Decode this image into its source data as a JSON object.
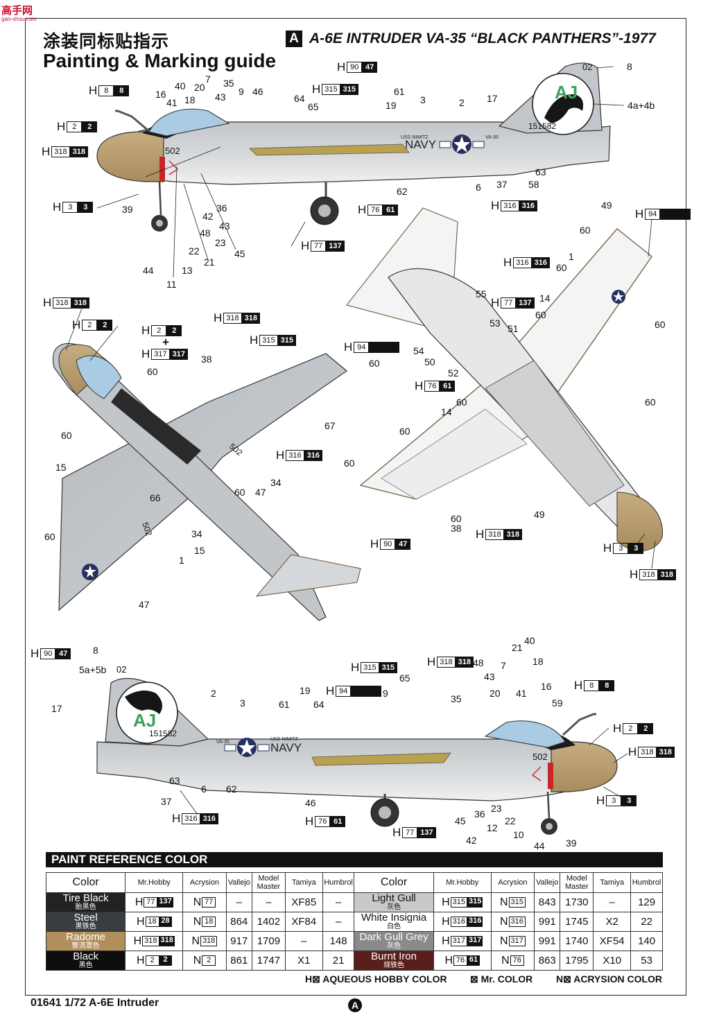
{
  "watermark": {
    "name_cn": "高手网",
    "url": "gao-shou.com"
  },
  "header": {
    "title_cn": "涂装同标贴指示",
    "title_en": "Painting & Marking guide",
    "scheme_letter": "A",
    "scheme_title": "A-6E INTRUDER VA-35 “BLACK PANTHERS”-1977"
  },
  "aircraft_markings": {
    "tail_code": "AJ",
    "modex": "02",
    "side_number": "502",
    "serial": "151582",
    "service": "NAVY",
    "ship": "USS NIMITZ",
    "squadron": "VA-35"
  },
  "colors": {
    "light_gull": "#c4c7cb",
    "white": "#f3f3f2",
    "radome": "#b49a6e",
    "steel": "#3b3f44",
    "black": "#161616",
    "burnt_iron": "#5b1e19",
    "canopy": "#a9cbe3",
    "red": "#c8242a",
    "navy_blue": "#26305e"
  },
  "callouts": [
    "8",
    "4a+4b",
    "17",
    "2",
    "3",
    "61",
    "19",
    "64",
    "65",
    "9",
    "46",
    "35",
    "43",
    "20",
    "7",
    "40",
    "41",
    "18",
    "16",
    "39",
    "42",
    "36",
    "43",
    "48",
    "23",
    "22",
    "21",
    "44",
    "13",
    "11",
    "45",
    "62",
    "6",
    "37",
    "58",
    "63",
    "49",
    "60",
    "1",
    "60",
    "14",
    "60",
    "55",
    "53",
    "51",
    "54",
    "50",
    "52",
    "60",
    "14",
    "60",
    "60",
    "60",
    "49",
    "60",
    "60",
    "38",
    "60",
    "38",
    "60",
    "67",
    "60",
    "15",
    "34",
    "47",
    "60",
    "47",
    "34",
    "15",
    "1",
    "60",
    "66",
    "8",
    "5a+5b",
    "17",
    "2",
    "3",
    "61",
    "19",
    "64",
    "65",
    "9",
    "35",
    "48",
    "43",
    "20",
    "7",
    "21",
    "40",
    "18",
    "41",
    "16",
    "59",
    "63",
    "37",
    "6",
    "62",
    "46",
    "45",
    "42",
    "36",
    "23",
    "22",
    "12",
    "10",
    "44",
    "39"
  ],
  "hcodes": [
    {
      "pre": "H",
      "o": "90",
      "f": "47"
    },
    {
      "pre": "H",
      "o": "315",
      "f": "315"
    },
    {
      "pre": "H",
      "o": "8",
      "f": "8"
    },
    {
      "pre": "H",
      "o": "2",
      "f": "2"
    },
    {
      "pre": "H",
      "o": "318",
      "f": "318"
    },
    {
      "pre": "H",
      "o": "3",
      "f": "3"
    },
    {
      "pre": "H",
      "o": "76",
      "f": "61"
    },
    {
      "pre": "H",
      "o": "316",
      "f": "316"
    },
    {
      "pre": "H",
      "o": "77",
      "f": "137"
    },
    {
      "pre": "H",
      "o": "94",
      "f": ""
    },
    {
      "pre": "H",
      "o": "316",
      "f": "316"
    },
    {
      "pre": "H",
      "o": "77",
      "f": "137"
    },
    {
      "pre": "H",
      "o": "76",
      "f": "61"
    },
    {
      "pre": "H",
      "o": "90",
      "f": "47"
    },
    {
      "pre": "H",
      "o": "318",
      "f": "318"
    },
    {
      "pre": "H",
      "o": "3",
      "f": "3"
    },
    {
      "pre": "H",
      "o": "318",
      "f": "318"
    },
    {
      "pre": "H",
      "o": "318",
      "f": "318"
    },
    {
      "pre": "H",
      "o": "2",
      "f": "2"
    },
    {
      "pre": "H",
      "o": "2",
      "f": "2"
    },
    {
      "pre": "H",
      "o": "317",
      "f": "317"
    },
    {
      "pre": "H",
      "o": "318",
      "f": "318"
    },
    {
      "pre": "H",
      "o": "315",
      "f": "315"
    },
    {
      "pre": "H",
      "o": "94",
      "f": ""
    },
    {
      "pre": "H",
      "o": "316",
      "f": "316"
    },
    {
      "pre": "H",
      "o": "90",
      "f": "47"
    },
    {
      "pre": "H",
      "o": "318",
      "f": "318"
    },
    {
      "pre": "H",
      "o": "315",
      "f": "315"
    },
    {
      "pre": "H",
      "o": "94",
      "f": ""
    },
    {
      "pre": "H",
      "o": "8",
      "f": "8"
    },
    {
      "pre": "H",
      "o": "2",
      "f": "2"
    },
    {
      "pre": "H",
      "o": "318",
      "f": "318"
    },
    {
      "pre": "H",
      "o": "3",
      "f": "3"
    },
    {
      "pre": "H",
      "o": "76",
      "f": "61"
    },
    {
      "pre": "H",
      "o": "77",
      "f": "137"
    },
    {
      "pre": "H",
      "o": "316",
      "f": "316"
    }
  ],
  "paint_table": {
    "title": "PAINT  REFERENCE COLOR",
    "headers": [
      "Color",
      "Mr.Hobby",
      "Acrysion",
      "Vallejo",
      "Model Master",
      "Tamiya",
      "Humbrol"
    ],
    "left": [
      {
        "name": "Tire Black",
        "cn": "胎黑色",
        "swatch": "#222222",
        "h_o": "77",
        "h_f": "137",
        "n": "77",
        "vallejo": "–",
        "mm": "–",
        "tamiya": "XF85",
        "humbrol": "–"
      },
      {
        "name": "Steel",
        "cn": "黑铁色",
        "swatch": "#3a3d40",
        "h_o": "18",
        "h_f": "28",
        "n": "18",
        "vallejo": "864",
        "mm": "1402",
        "tamiya": "XF84",
        "humbrol": "–"
      },
      {
        "name": "Radome",
        "cn": "整流罩色",
        "swatch": "#b08f5c",
        "h_o": "318",
        "h_f": "318",
        "n": "318",
        "vallejo": "917",
        "mm": "1709",
        "tamiya": "–",
        "humbrol": "148"
      },
      {
        "name": "Black",
        "cn": "黑色",
        "swatch": "#0d0d0d",
        "h_o": "2",
        "h_f": "2",
        "n": "2",
        "vallejo": "861",
        "mm": "1747",
        "tamiya": "X1",
        "humbrol": "21"
      }
    ],
    "right": [
      {
        "name": "Light Gull",
        "cn": "灰色",
        "swatch": "#c9c9c9",
        "h_o": "315",
        "h_f": "315",
        "n": "315",
        "vallejo": "843",
        "mm": "1730",
        "tamiya": "–",
        "humbrol": "129"
      },
      {
        "name": "White Insignia",
        "cn": "白色",
        "swatch": "#ffffff",
        "h_o": "316",
        "h_f": "316",
        "n": "316",
        "vallejo": "991",
        "mm": "1745",
        "tamiya": "X2",
        "humbrol": "22"
      },
      {
        "name": "Dark Gull Grey",
        "cn": "灰色",
        "swatch": "#8a8a8a",
        "h_o": "317",
        "h_f": "317",
        "n": "317",
        "vallejo": "991",
        "mm": "1740",
        "tamiya": "XF54",
        "humbrol": "140"
      },
      {
        "name": "Burnt Iron",
        "cn": "烧铁色",
        "swatch": "#5a1f1a",
        "h_o": "76",
        "h_f": "61",
        "n": "76",
        "vallejo": "863",
        "mm": "1795",
        "tamiya": "X10",
        "humbrol": "53"
      }
    ]
  },
  "legend": {
    "aqueous": "H⊠ AQUEOUS HOBBY COLOR",
    "mr": "⊠ Mr. COLOR",
    "acrysion": "N⊠ ACRYSION COLOR"
  },
  "footer": {
    "code": "01641 1/72 A-6E Intruder",
    "page": "A"
  }
}
